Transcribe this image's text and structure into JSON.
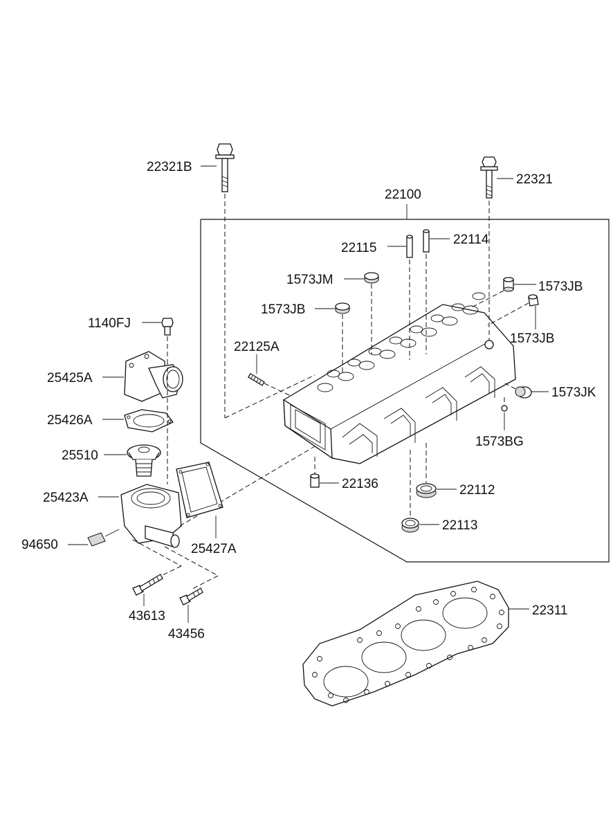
{
  "labels": {
    "p22321B": "22321B",
    "p22321": "22321",
    "p22100": "22100",
    "p22115": "22115",
    "p22114": "22114",
    "p1573JM": "1573JM",
    "p1573JB_a": "1573JB",
    "p1573JB_b": "1573JB",
    "p1573JB_c": "1573JB",
    "p22125A": "22125A",
    "p1573JK": "1573JK",
    "p1573BG": "1573BG",
    "p22136": "22136",
    "p22112": "22112",
    "p22113": "22113",
    "p1140FJ": "1140FJ",
    "p25425A": "25425A",
    "p25426A": "25426A",
    "p25510": "25510",
    "p25423A": "25423A",
    "p25427A": "25427A",
    "p94650": "94650",
    "p43613": "43613",
    "p43456": "43456",
    "p22311": "22311"
  }
}
